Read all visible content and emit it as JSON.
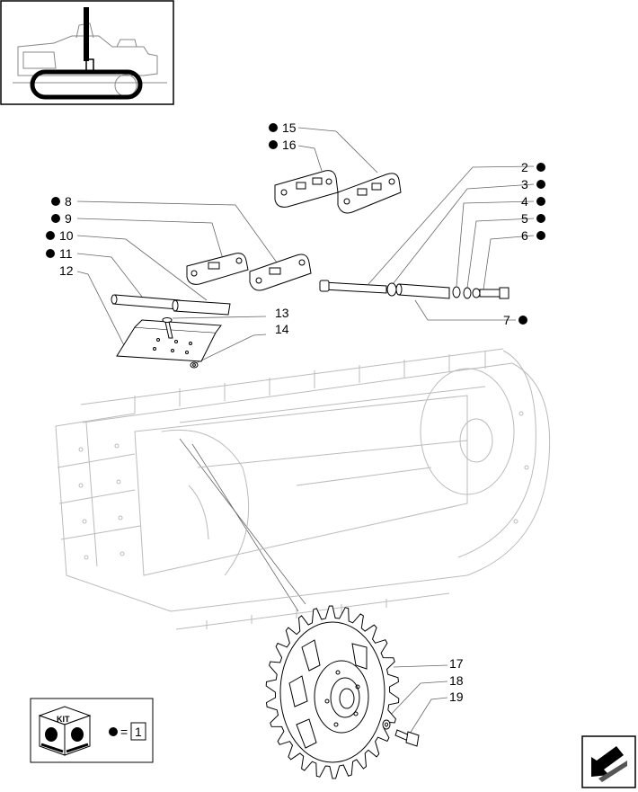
{
  "callouts": [
    {
      "id": "2",
      "text": "2",
      "kit": true
    },
    {
      "id": "3",
      "text": "3",
      "kit": true
    },
    {
      "id": "4",
      "text": "4",
      "kit": true
    },
    {
      "id": "5",
      "text": "5",
      "kit": true
    },
    {
      "id": "6",
      "text": "6",
      "kit": true
    },
    {
      "id": "7",
      "text": "7",
      "kit": true
    },
    {
      "id": "8",
      "text": "8",
      "kit": true
    },
    {
      "id": "9",
      "text": "9",
      "kit": true
    },
    {
      "id": "10",
      "text": "10",
      "kit": true
    },
    {
      "id": "11",
      "text": "11",
      "kit": true
    },
    {
      "id": "12",
      "text": "12",
      "kit": false
    },
    {
      "id": "13",
      "text": "13",
      "kit": false
    },
    {
      "id": "14",
      "text": "14",
      "kit": false
    },
    {
      "id": "15",
      "text": "15",
      "kit": true
    },
    {
      "id": "16",
      "text": "16",
      "kit": true
    },
    {
      "id": "17",
      "text": "17",
      "kit": false
    },
    {
      "id": "18",
      "text": "18",
      "kit": false
    },
    {
      "id": "19",
      "text": "19",
      "kit": false
    }
  ],
  "legend": {
    "kit_label": "KIT",
    "equals": "=",
    "kit_value": "1"
  },
  "icons": {
    "overview": "tractor-track-locator-icon",
    "kit": "kit-box-icon",
    "navigation": "next-page-arrow-icon"
  }
}
